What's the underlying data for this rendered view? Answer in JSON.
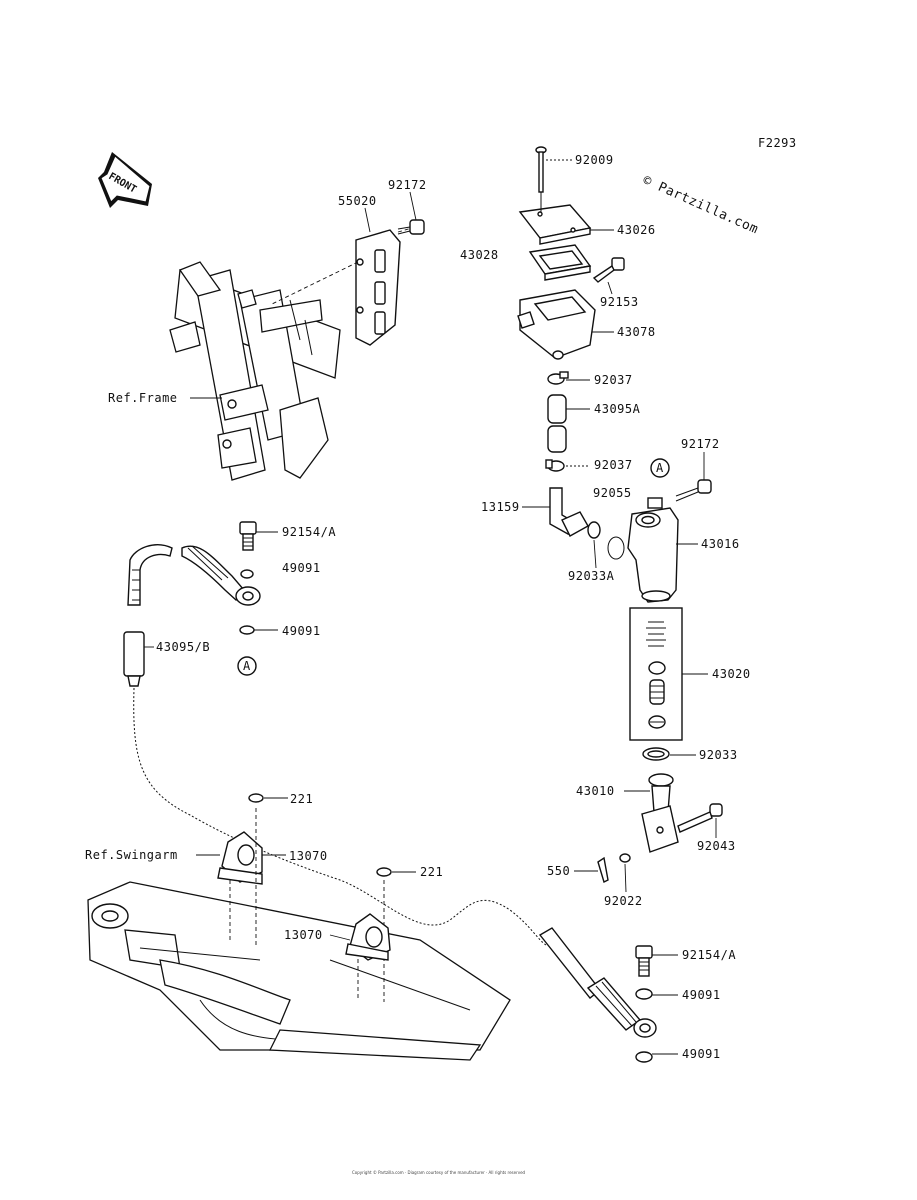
{
  "figure_code": "F2293",
  "watermark": "© Partzilla.com",
  "front_label": "FRONT",
  "ref_labels": {
    "frame": "Ref.Frame",
    "swingarm": "Ref.Swingarm"
  },
  "marker": "A",
  "parts": {
    "p92009": "92009",
    "p43026": "43026",
    "p43028": "43028",
    "p92153": "92153",
    "p43078": "43078",
    "p92037_top": "92037",
    "p43095a": "43095A",
    "p92037_bot": "92037",
    "p92172_right": "92172",
    "p92055": "92055",
    "p13159": "13159",
    "p43016": "43016",
    "p92033a": "92033A",
    "p43020": "43020",
    "p92033": "92033",
    "p43010": "43010",
    "p92043": "92043",
    "p550": "550",
    "p92022": "92022",
    "p92154a_bottom": "92154/A",
    "p49091_b1": "49091",
    "p49091_b2": "49091",
    "p92172_left": "92172",
    "p55020": "55020",
    "p92154a_left": "92154/A",
    "p49091_l1": "49091",
    "p49091_l2": "49091",
    "p43095b": "43095/B",
    "p221_left": "221",
    "p13070_left": "13070",
    "p221_right": "221",
    "p13070_right": "13070"
  },
  "footer_text": "Copyright © Partzilla.com · Diagram courtesy of the manufacturer · All rights reserved"
}
